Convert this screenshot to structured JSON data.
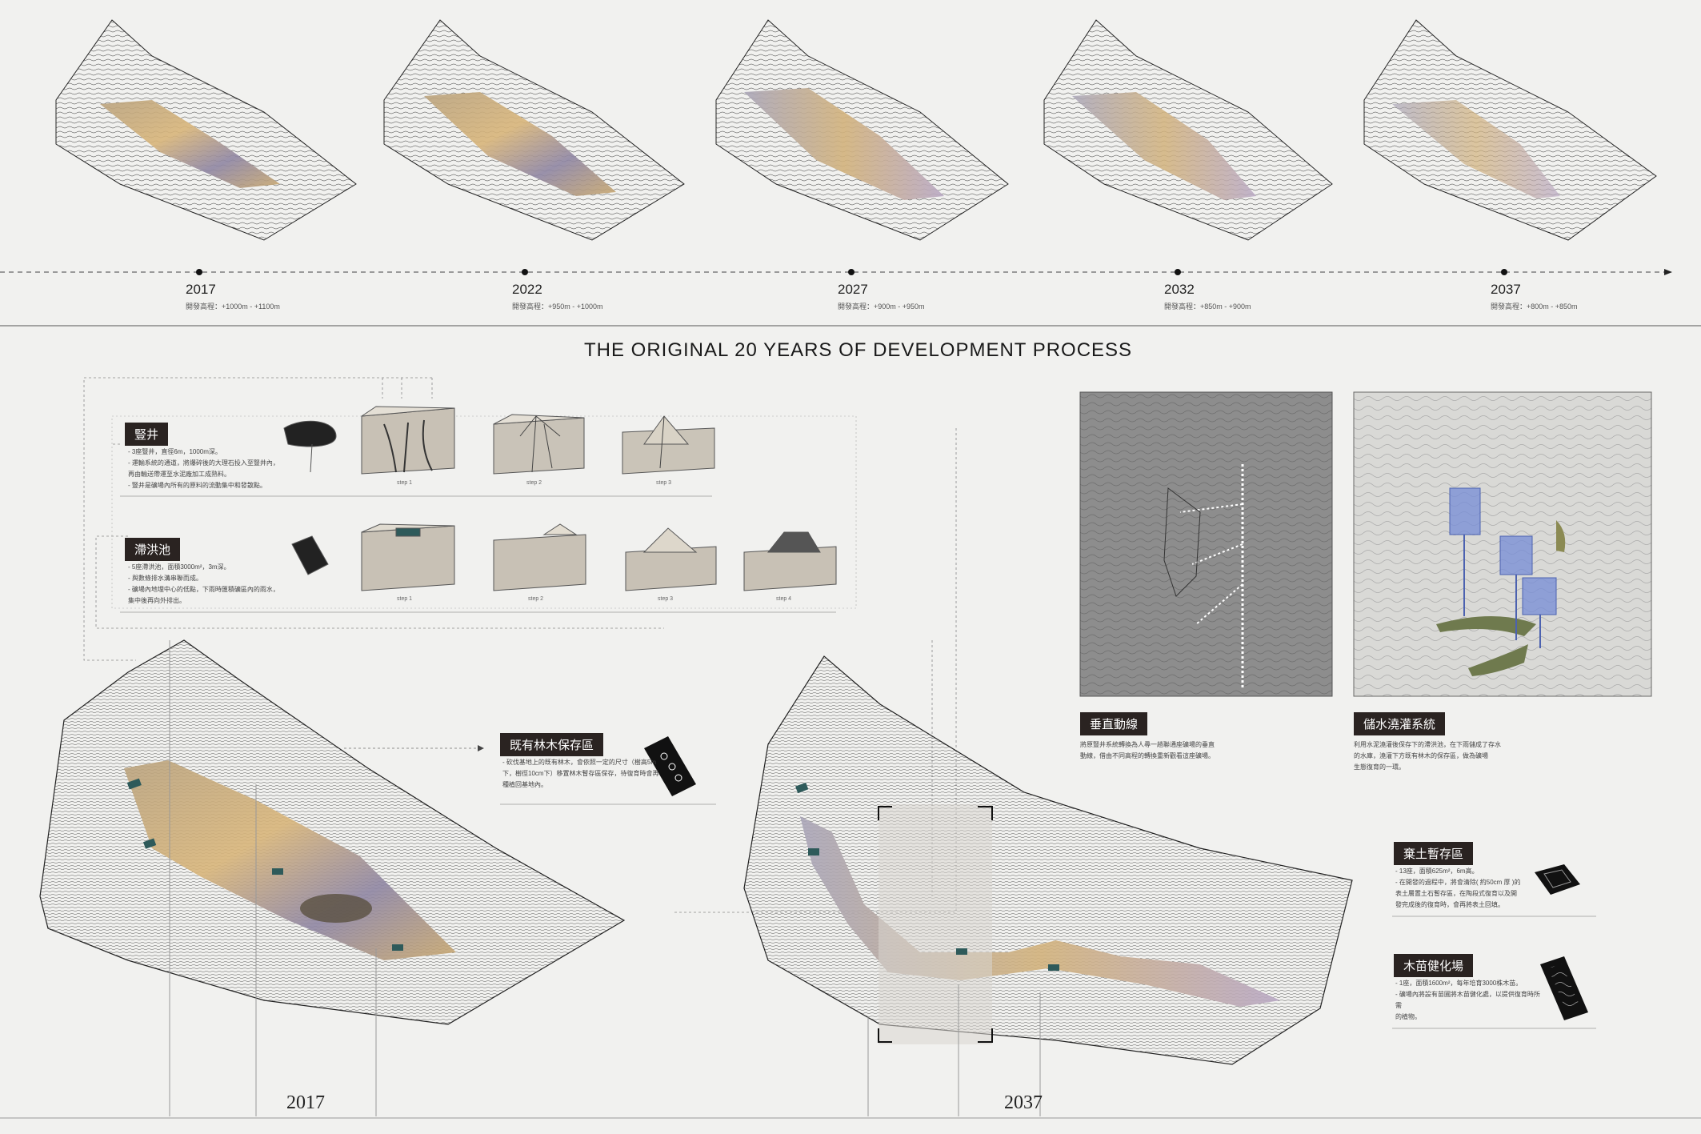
{
  "timeline": [
    {
      "year": "2017",
      "elev": "開發高程：+1000m  -  +1100m"
    },
    {
      "year": "2022",
      "elev": "開發高程：+950m  -  +1000m"
    },
    {
      "year": "2027",
      "elev": "開發高程：+900m  -  +950m"
    },
    {
      "year": "2032",
      "elev": "開發高程：+850m  -  +900m"
    },
    {
      "year": "2037",
      "elev": "開發高程：+800m  -  +850m"
    }
  ],
  "title": "THE ORIGINAL 20 YEARS OF DEVELOPMENT  PROCESS",
  "shaft": {
    "tag": "豎井",
    "desc": [
      "- 3座豎井，直徑6m，1000m深。",
      "- 運輸系統的通道，將爆碎後的大理石投入至豎井內，",
      "  再由輸送帶運至水泥廠加工成熟料。",
      "- 豎井是礦場內所有的原料的流動集中和發散點。"
    ],
    "steps": [
      "step 1",
      "step 2",
      "step 3"
    ]
  },
  "pond": {
    "tag": "滯洪池",
    "desc": [
      "- 5座滯洪池，面積3000m²，3m深。",
      "- 與數條排水溝串聯而成。",
      "- 礦場內地埋中心的低點，下雨時匯積礦區內的雨水，",
      "  集中後再向外排出。"
    ],
    "steps": [
      "step 1",
      "step 2",
      "step 3",
      "step 4"
    ]
  },
  "forest": {
    "tag": "既有林木保存區",
    "desc": [
      "- 砍伐基地上的既有林木，會依照一定的尺寸（樹高5m",
      "  下，樹徑10cm下）移置林木暫存區保存，待復育時會再",
      "  種植回基地內。"
    ]
  },
  "vertical": {
    "tag": "垂直動線",
    "desc": [
      "將原豎井系統轉換為人尋一趟聯通座礦場的垂直",
      "動線，借由不同高程的轉換重新觀看這座礦場。"
    ]
  },
  "water": {
    "tag": "儲水澆灌系統",
    "desc": [
      "利用水泥澆灌後保存下的滯洪池，在下雨儲成了存水",
      "的水庫，澆灌下方既有林木的保存區，做為礦場",
      "生態復育的一環。"
    ]
  },
  "soil": {
    "tag": "棄土暫存區",
    "desc": [
      "- 13座，面積625m²，6m高。",
      "- 在開發的過程中，將會清除( 約50cm 厚 )的",
      "  表土層置土石暫存區，在陶段式復育以及開",
      "  發完成後的復育時，會再將表土回填。"
    ]
  },
  "nursery": {
    "tag": "木苗健化場",
    "desc": [
      "- 1座，面積1600m²，每年培育3000株木苗。",
      "- 礦場內將設有苗圃將木苗健化處，以提供復育時所需",
      "  的植物。"
    ]
  },
  "bottom_years": {
    "left": "2017",
    "right": "2037"
  }
}
